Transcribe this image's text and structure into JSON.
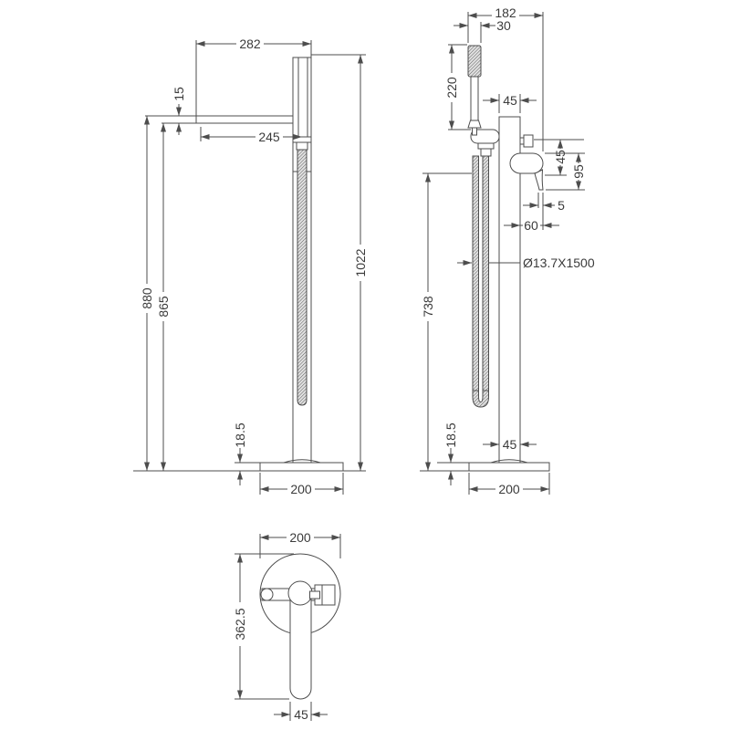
{
  "drawing": {
    "type": "technical-dimension-drawing",
    "subject": "freestanding bath shower mixer tap",
    "line_color": "#4d4d4d",
    "background": "#ffffff",
    "front": {
      "overall_width": "282",
      "spout_thickness": "15",
      "spout_projection": "245",
      "spout_height": "880",
      "spout_underside": "865",
      "overall_height": "1022",
      "base_thickness": "18.5",
      "base_diameter": "200"
    },
    "side": {
      "overall_depth": "182",
      "handset_width": "30",
      "handset_length": "220",
      "column_width": "45",
      "handle_rise": "45",
      "handle_drop": "95",
      "lever_offset": "5",
      "handle_reach": "60",
      "hose_spec": "Ø13.7X1500",
      "hose_drop": "738",
      "base_thickness": "18.5",
      "column_width_base": "45",
      "base_diameter": "200"
    },
    "plan": {
      "base_diameter": "200",
      "lever_reach": "362.5",
      "lever_width": "45"
    }
  }
}
